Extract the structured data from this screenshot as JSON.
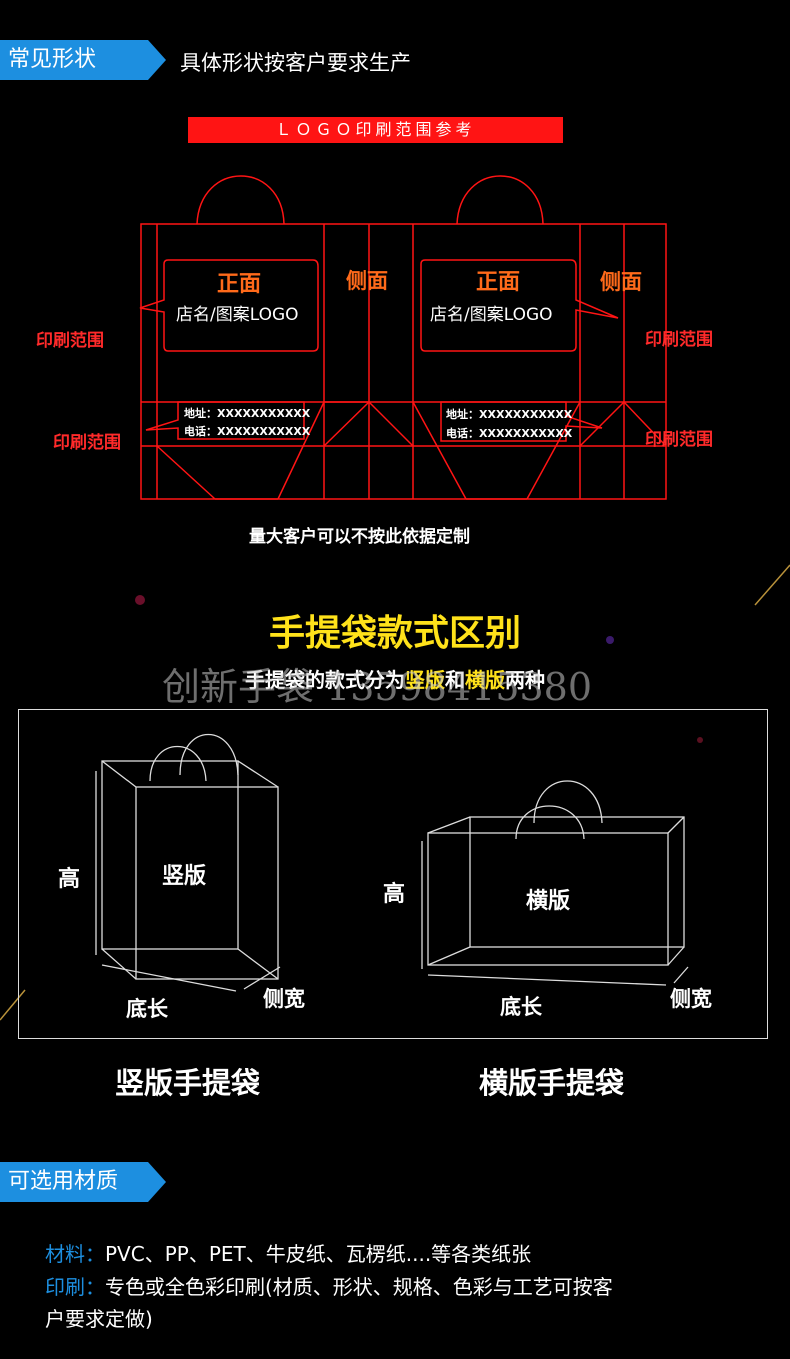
{
  "section1": {
    "ribbon_label": "常见形状",
    "subtitle": "具体形状按客户要求生产",
    "logo_bar": "ＬＯＧＯ印刷范围参考",
    "front_label": "正面",
    "side_label": "侧面",
    "store_logo": "店名/图案LOGO",
    "address_line": "地址：XXXXXXXXXXX",
    "phone_line": "电话：XXXXXXXXXXX",
    "print_range": "印刷范围",
    "note": "量大客户可以不按此依据定制"
  },
  "section2": {
    "title": "手提袋款式区别",
    "desc_prefix": "手提袋的款式分为",
    "desc_vertical": "竖版",
    "desc_and": "和",
    "desc_horizontal": "横版",
    "desc_suffix": "两种",
    "watermark": "创新手袋 13598415380",
    "height_label": "高",
    "base_length_label": "底长",
    "side_width_label": "侧宽",
    "vertical_label": "竖版",
    "horizontal_label": "横版",
    "vertical_caption": "竖版手提袋",
    "horizontal_caption": "横版手提袋"
  },
  "section3": {
    "ribbon_label": "可选用材质",
    "material_key": "材料：",
    "material_value": "PVC、PP、PET、牛皮纸、瓦楞纸....等各类纸张",
    "print_key": "印刷：",
    "print_value_line1": "专色或全色彩印刷(材质、形状、规格、色彩与工艺可按客",
    "print_value_line2": "户要求定做)"
  },
  "colors": {
    "accent_blue": "#1d8fe0",
    "outline_red": "#ff1414",
    "label_orange": "#ff6a1a",
    "title_yellow": "#ffe21a"
  }
}
